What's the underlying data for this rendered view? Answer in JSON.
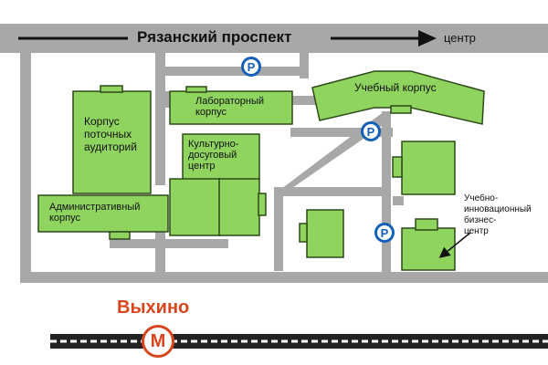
{
  "street": {
    "name": "Рязанский проспект",
    "direction": "центр"
  },
  "buildings": {
    "lecture_halls": "Корпус\nпоточных\nаудиторий",
    "laboratory": "Лабораторный\nкорпус",
    "education": "Учебный корпус",
    "culture": "Культурно-\nдосуговый\nцентр",
    "administrative": "Административный\nкорпус",
    "innovation": "Учебно-\nинновационный\nбизнес-\nцентр"
  },
  "parking": {
    "symbol": "P"
  },
  "metro": {
    "name": "Выхино",
    "symbol": "М"
  },
  "colors": {
    "building": "#8fd45f",
    "road": "#a8a8a8",
    "parking": "#1561b8",
    "metro": "#d8461d"
  },
  "icons": [
    "parking-icon",
    "metro-icon",
    "direction-arrow-icon"
  ]
}
